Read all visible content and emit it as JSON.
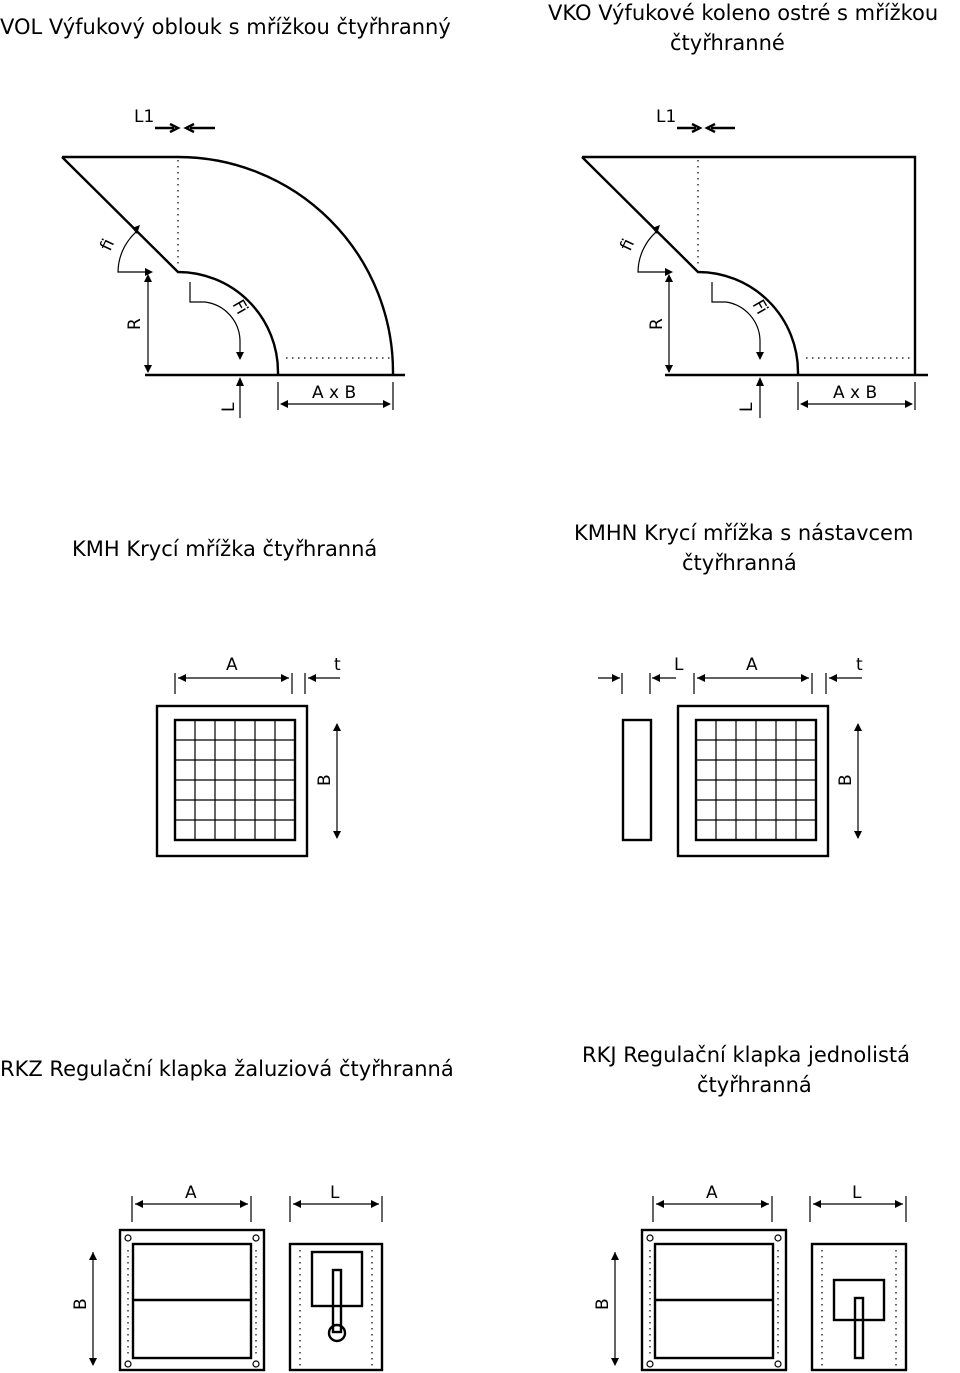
{
  "panels": {
    "vol": {
      "title": "VOL Výfukový oblouk s mřížkou čtyřhranný",
      "labels": {
        "l1": "L1",
        "fi_upper": "fi",
        "fi_lower": "Fi",
        "r": "R",
        "l": "L",
        "axb": "A x B"
      }
    },
    "vko": {
      "title_line1": "VKO Výfukové koleno ostré s mřížkou",
      "title_line2": "čtyřhranné",
      "labels": {
        "l1": "L1",
        "fi_upper": "fi",
        "fi_lower": "Fi",
        "r": "R",
        "l": "L",
        "axb": "A x B"
      }
    },
    "kmh": {
      "title": "KMH Krycí mřížka čtyřhranná",
      "labels": {
        "a": "A",
        "t": "t",
        "b": "B"
      }
    },
    "kmhn": {
      "title_line1": "KMHN Krycí mřížka s nástavcem",
      "title_line2": "čtyřhranná",
      "labels": {
        "l": "L",
        "a": "A",
        "t": "t",
        "b": "B"
      }
    },
    "rkz": {
      "title": "RKZ Regulační klapka žaluziová čtyřhranná",
      "labels": {
        "a": "A",
        "l": "L",
        "b": "B"
      }
    },
    "rkj": {
      "title_line1": "RKJ Regulační klapka jednolistá",
      "title_line2": "čtyřhranná",
      "labels": {
        "a": "A",
        "l": "L",
        "b": "B"
      }
    }
  }
}
